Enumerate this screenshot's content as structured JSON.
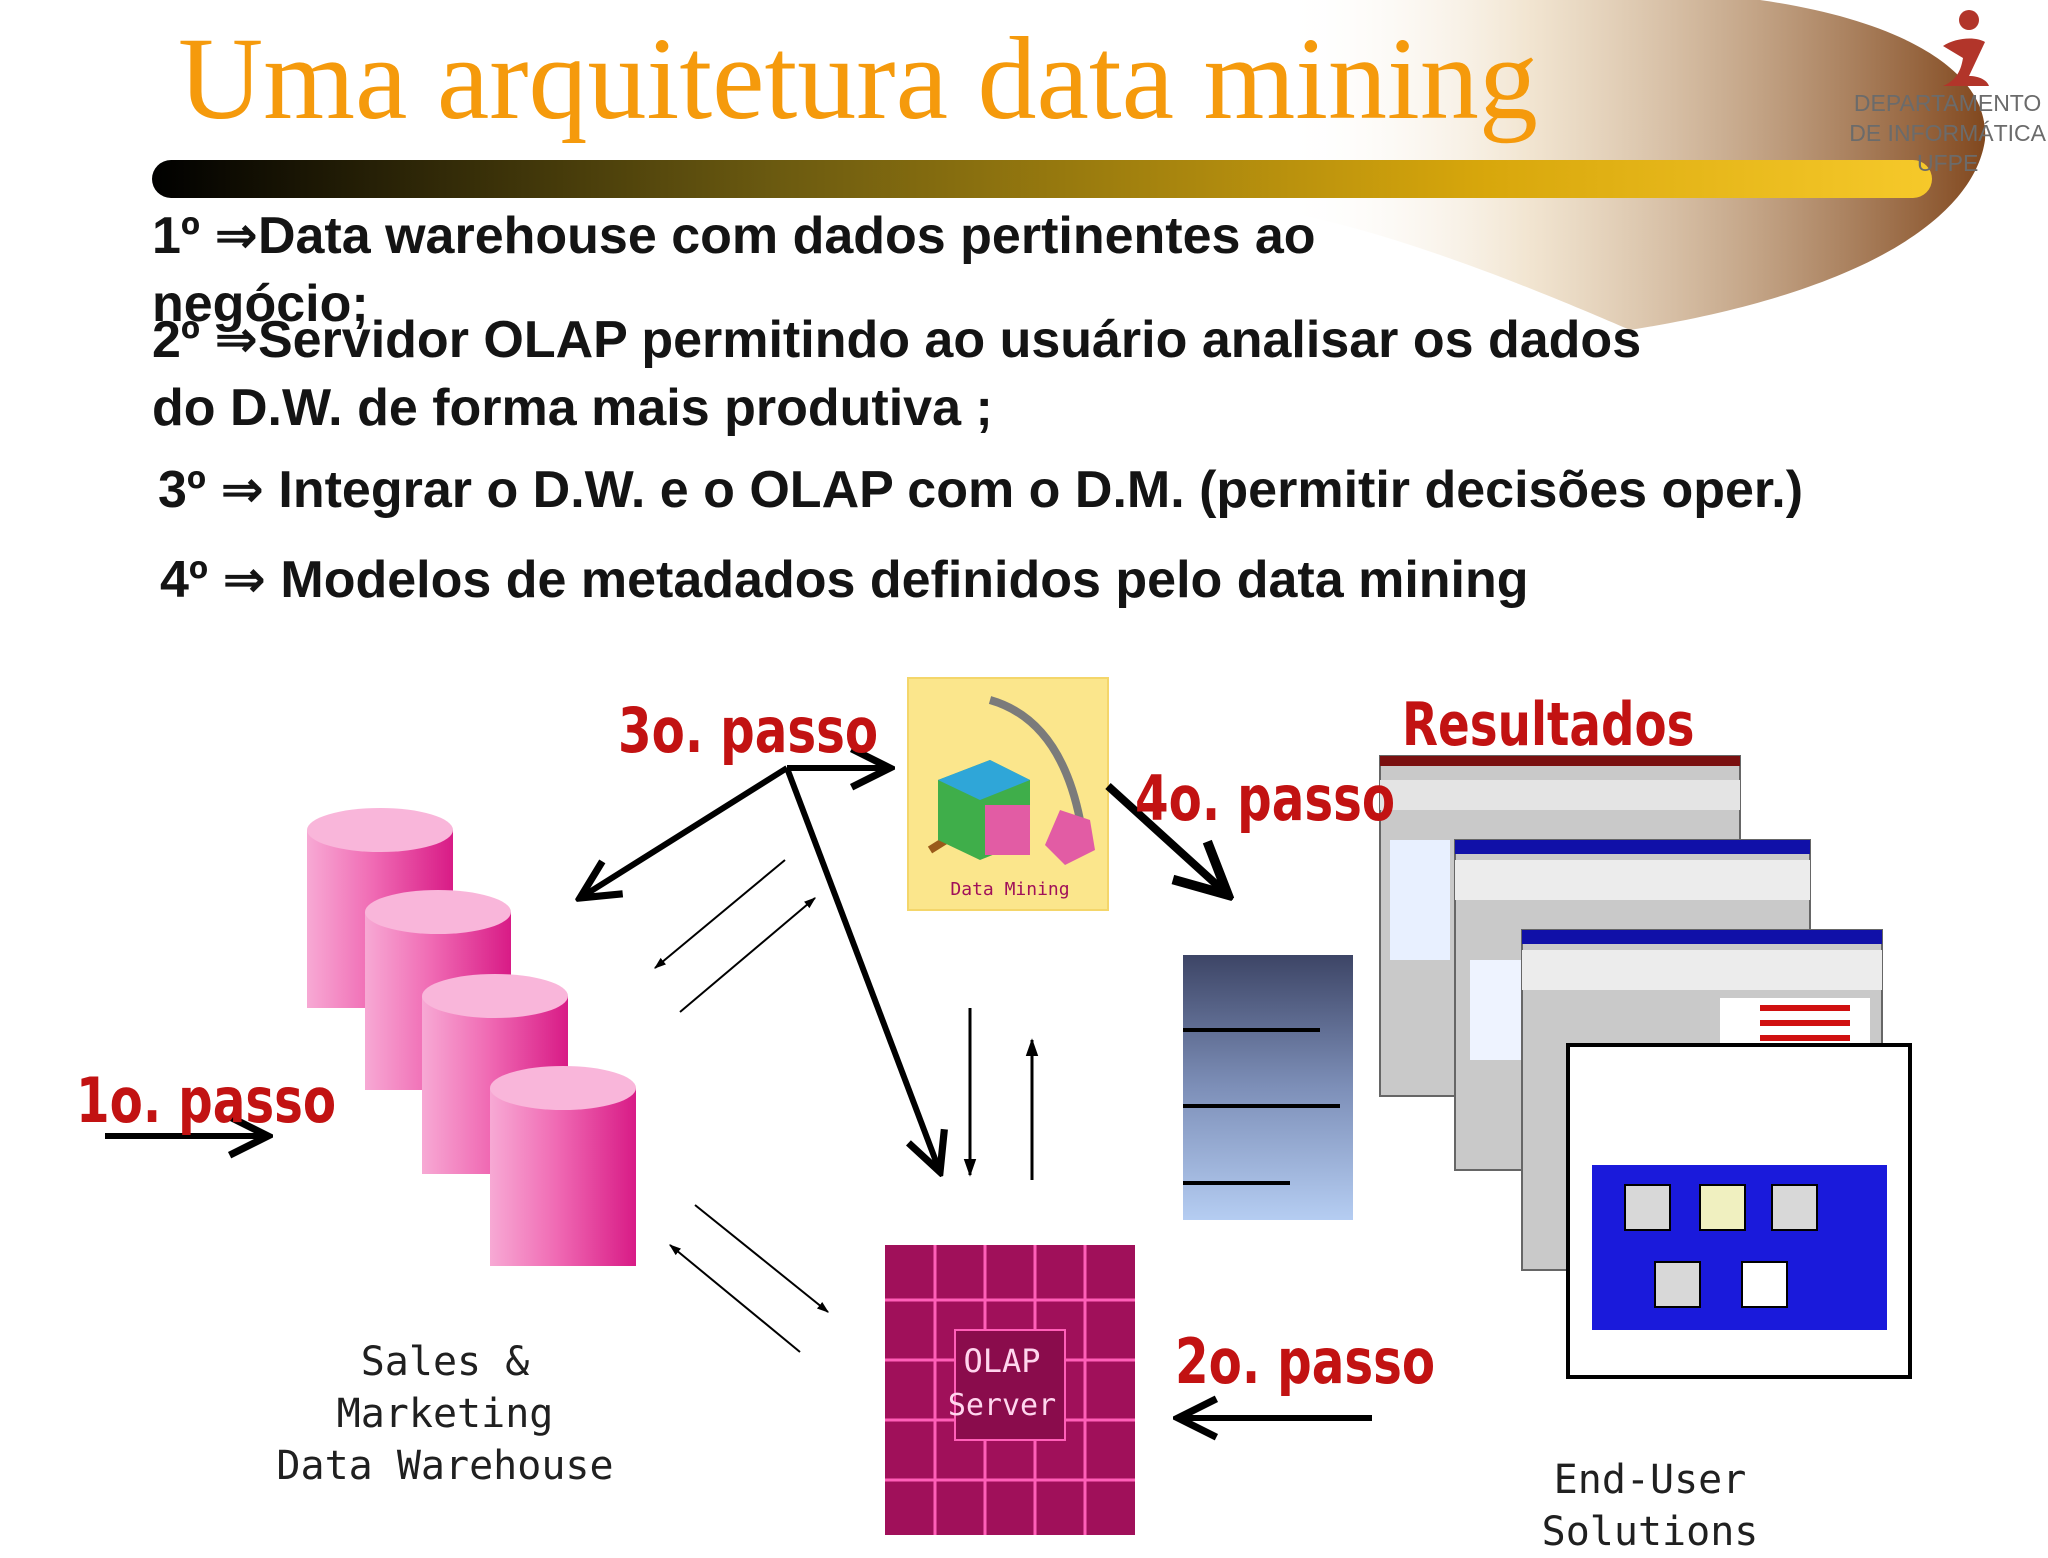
{
  "header": {
    "title": "Uma arquitetura data mining",
    "dept_line1": "DEPARTAMENTO",
    "dept_line2": "DE INFORMÁTICA",
    "dept_line3": "UFPE"
  },
  "bullets": [
    {
      "num": "1º",
      "arrow": "⇒",
      "text": "Data warehouse com dados pertinentes ao",
      "text2": "negócio;"
    },
    {
      "num": "2º",
      "arrow": "⇒",
      "text": "Servidor OLAP permitindo ao usuário analisar os dados",
      "text2": "do D.W. de forma mais produtiva ;"
    },
    {
      "num": "3º",
      "arrow": "⇒",
      "text": "Integrar o D.W. e o OLAP com o D.M. (permitir decisões oper.)"
    },
    {
      "num": "4º",
      "arrow": "⇒",
      "text": "Modelos de metadados definidos pelo data mining"
    }
  ],
  "diagram": {
    "step1": "1o. passo",
    "step2": "2o. passo",
    "step3": "3o. passo",
    "step4": "4o. passo",
    "resultados": "Resultados",
    "dw_caption_line1": "Sales & Marketing",
    "dw_caption_line2": "Data Warehouse",
    "dm_label": "Data Mining",
    "olap_line1": "OLAP",
    "olap_line2": "Server",
    "end_user": "End-User Solutions"
  },
  "colors": {
    "title": "#f59a0c",
    "step_labels": "#c21212",
    "cylinders": "#e8249a",
    "olap_cubes": "#a0105a",
    "screen_blue": "#1a1adb"
  }
}
